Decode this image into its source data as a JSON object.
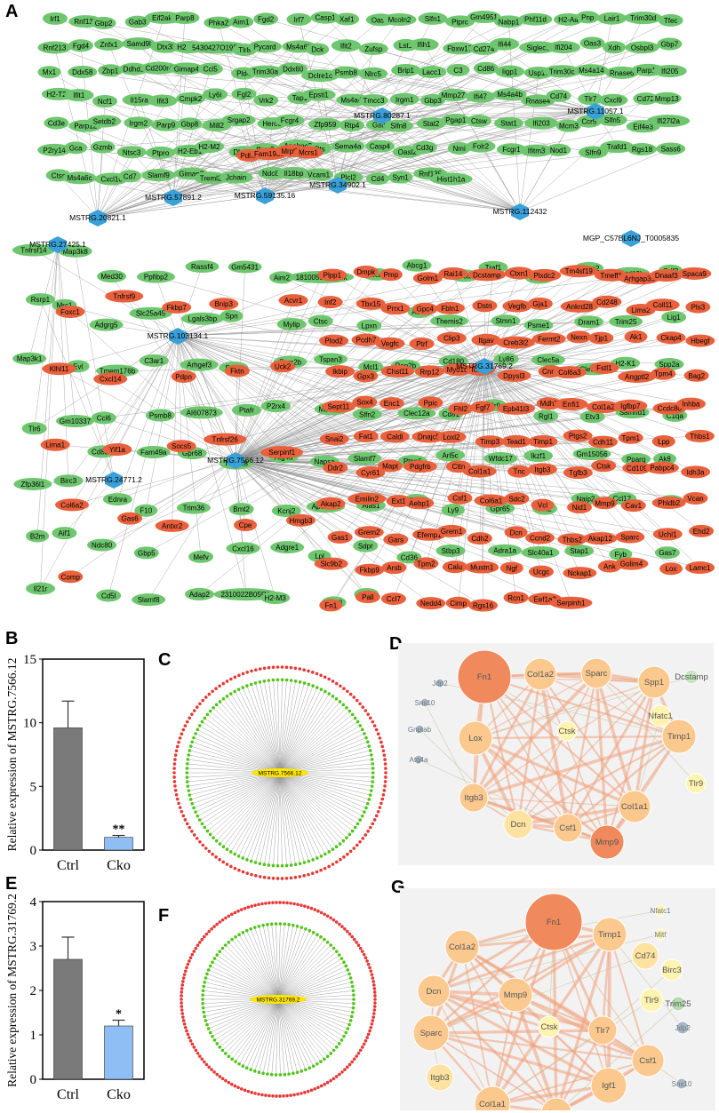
{
  "panels": {
    "A": "A",
    "B": "B",
    "C": "C",
    "D": "D",
    "E": "E",
    "F": "F",
    "G": "G"
  },
  "colors": {
    "mrna_node": "#6ec66e",
    "down_node": "#e8603c",
    "lnc_hub": "#3aa0d8",
    "edge": "#8a8a8a",
    "bar_ctrl": "#7a7a7a",
    "bar_cko": "#8fbef5",
    "ring_red": "#e53935",
    "ring_green": "#52c41a",
    "center_yellow": "#ffe600"
  },
  "network_A": {
    "hubs": [
      "MSTRG.80287.1",
      "MSTRG.11057.1",
      "MSTRG.34902.1",
      "MSTRG.112432",
      "MSTRG.20821.1",
      "MSTRG.57891.2",
      "MSTRG.59135.16",
      "MSTRG.27425.1",
      "MGP_C57BL6NJ_T0005835",
      "MSTRG.103134.1",
      "MSTRG.31769.2",
      "MSTRG.7566.12",
      "MSTRG.24771.2"
    ],
    "upper_green": [
      "Irf1",
      "Rnf139",
      "Gbp2",
      "Gab3",
      "Eif2ak2",
      "Parp8",
      "Phka2",
      "Aim1",
      "Fgd2",
      "Irf7",
      "Casp1",
      "Xaf1",
      "Oasl1",
      "Mcoln2",
      "Slfn1",
      "Ptprc",
      "Gm4951",
      "Nabp1",
      "Phf11d",
      "H2-Aa",
      "Pnp",
      "Lair1",
      "Trim30d",
      "Tfec",
      "Rnf213",
      "Fgd4",
      "Znfx1",
      "Samd9l",
      "Dtx3l",
      "H2-Ab1",
      "5430427O19Rik",
      "Tlr8",
      "Pycard",
      "Ms4a6b",
      "Dck",
      "Ifit2",
      "Zufsp",
      "Lst1",
      "Ifih1",
      "Fbxw17",
      "Cd274",
      "Ifi44",
      "Siglec1",
      "Ifi204",
      "Oas3",
      "Xdh",
      "Osbpl3",
      "Gbp7",
      "Mx1",
      "Ddx58",
      "Zbp1",
      "Ddhd1",
      "Cd200r4",
      "Gimap4",
      "Ccl5",
      "Pld4",
      "Trim30a",
      "Ddx60",
      "Dclre1c",
      "Psmb8",
      "Nlrc5",
      "Brip1",
      "Lacc1",
      "C3",
      "Cd86",
      "Iigp1",
      "Usp18",
      "Trim30c",
      "Ms4a14",
      "Rnase6",
      "Parp14",
      "Ifi205",
      "H2-T24",
      "Ifit1",
      "Ncf1",
      "Il15ra",
      "Ifit3",
      "Cmpk2",
      "Ly6i",
      "Fgl2",
      "Vrk2",
      "Tap1",
      "Epsti1",
      "Ms4a4c",
      "Tmcc3",
      "Irgm1",
      "Gbp3",
      "Mmp27",
      "Ifi47",
      "Ms4a4b",
      "Rnase4",
      "Cd74",
      "Tlr7",
      "Cxcl9",
      "Cd72",
      "Mmp13",
      "Cd3e",
      "Parp12",
      "Setdb2",
      "Irgm2",
      "Parp9",
      "Gbp8",
      "Mill2",
      "Srgap2",
      "Herc6",
      "Fcgr4",
      "Zfp959",
      "Rtp4",
      "Gstt1",
      "Slfn8",
      "Stat2",
      "Pgap1",
      "Ctsw",
      "Stat1",
      "Ifi203",
      "Mcm3",
      "Ccr5",
      "Slfn5",
      "Eif4e3",
      "Ifi27l2a",
      "P2ry14",
      "Gca",
      "Gzmb",
      "Ntsc3",
      "Ptpro",
      "H2-Eb1",
      "H2-M2",
      "Dhx58",
      "Ifnar2",
      "Apobec3",
      "Pts",
      "Sema4a",
      "Casp4",
      "Oasl2",
      "Cd3g",
      "Nmi",
      "Folr2",
      "Fcgr1",
      "Ifitm3",
      "Nod1",
      "Slfn9",
      "Trafd1",
      "Rgs18",
      "Sass6",
      "Ctss",
      "Ms4a6c",
      "Cxcl10",
      "Cd7",
      "Slamf9",
      "Gimap3",
      "Treml2",
      "Jchain",
      "Ndc80",
      "Il18bp",
      "Vcam1",
      "Plcl2",
      "Cd4",
      "Syn1",
      "Rnf135",
      "Hist1h1a"
    ],
    "upper_red": [
      "Pdhb",
      "Fam195b",
      "Mrpl52",
      "Mcrs1"
    ],
    "lower_green": [
      "Tnfrsf14",
      "Map3k8",
      "Rsrp1",
      "Mrc1",
      "Map3k1",
      "Evl",
      "Tlr6",
      "Gm10337",
      "Zfp36l1",
      "Birc3",
      "B2m",
      "Aif1",
      "Il21r",
      "Med30",
      "Ppfibp2",
      "Rassf4",
      "Gm5431",
      "Aim2",
      "1810055G02Rik",
      "Abca1",
      "Abcg1",
      "Abca9",
      "Traf1",
      "Pot1b",
      "Dpep2",
      "Kctd12b",
      "Gdf3",
      "Adgrg5",
      "Slc25a45",
      "Lgals3bp",
      "Spn",
      "Mylip",
      "Ctsc",
      "Lpxn",
      "Aoah",
      "Themis2",
      "Stmn1",
      "Psme1",
      "Dram1",
      "Trim25",
      "Lig1",
      "Tmem176b",
      "C3ar1",
      "Arhgef3",
      "Ddit3",
      "Fcgr2b",
      "Tspan3",
      "Mcl1",
      "Rap2b",
      "Cd180",
      "Ly86",
      "Clec5a",
      "Clec4a1",
      "H2-K1",
      "Spp2a",
      "Ccl6",
      "Psmb8",
      "AI607873",
      "Ptafr",
      "P2rx4",
      "Ms4a6d",
      "Slfn2",
      "Clec12a",
      "Cd81",
      "Tlr9",
      "Rgl1",
      "Etv3",
      "Samhd1",
      "C1qa",
      "Cd8b1",
      "Fam49a",
      "Gpr68",
      "Tbc1d8",
      "Atg4a",
      "Napsa",
      "Slamf7",
      "Ptpn6",
      "Arl5c",
      "Wfdc17",
      "Ikzf1",
      "Gm15056",
      "Pparg",
      "Ak8",
      "Ednra",
      "F10",
      "Trim36",
      "Bmt2",
      "Kcnj2",
      "Apobec1",
      "Alas1",
      "Blnk",
      "Ly9",
      "Gpr65",
      "Plk2",
      "Naip2",
      "Ccl12",
      "Irf8",
      "Ndc80",
      "Gbp5",
      "Mefv",
      "Cxcl16",
      "Adgre1",
      "Lpl",
      "Sdpr",
      "Cd36",
      "Stbp3",
      "Adra1a",
      "Slc40a1",
      "Stap1",
      "Fyb",
      "Gas7",
      "Cd5l",
      "Slamf8",
      "Adap2",
      "2310022B05Rik",
      "H2-M3",
      "Cd38",
      "Irf8"
    ],
    "lower_red": [
      "Foxc1",
      "Tnfrsf9",
      "Fkbp7",
      "Bnip3",
      "Acvr1",
      "Klhl11",
      "Cxcl14",
      "Pdpn",
      "Fktn",
      "Uck2",
      "Lima1",
      "Yif1a",
      "Socs5",
      "Tnfrsf26",
      "Serpinf1",
      "Col6a2",
      "Gas6",
      "Antxr2",
      "Cpe",
      "Hmgb3",
      "Comp",
      "Plpp1",
      "Dmpk",
      "Pmp",
      "Golm1",
      "Rai14",
      "Dcstamp",
      "Ctxn1",
      "Plxdc2",
      "Tm4sf19",
      "Tmeff1",
      "Arhgap35",
      "Dnaaf3",
      "Spaca9",
      "Inf2",
      "Tbx15",
      "Prrx1",
      "Gpc4",
      "Fbln1",
      "Dstn",
      "Vegfb",
      "Gja1",
      "Ankrd28",
      "Cd248",
      "Lims2",
      "Coll11",
      "Pls3",
      "Plod2",
      "Pcdh7",
      "Vegfc",
      "Ptrf",
      "Clip3",
      "Itgav",
      "Creb3l2",
      "Fermt2",
      "Nexn",
      "Tjp1",
      "Ak1",
      "Ckap4",
      "Hbegf",
      "Ikbip",
      "Gpx3",
      "Chst11",
      "Rrp12",
      "Myo1d",
      "Tcam2",
      "Dpysl3",
      "Cnn3",
      "Col6a3",
      "Fstl1",
      "Angptl2",
      "Tpm4",
      "Bag2",
      "Sept11",
      "Sox4",
      "Enc1",
      "Ppic",
      "Fhl2",
      "Fgf7",
      "Epb41l3",
      "Mdh2",
      "Errfi1",
      "Col1a2",
      "Igfbp7",
      "Ccdc80",
      "Inhba",
      "Snai2",
      "Fat1",
      "Caldl",
      "Dnajc5",
      "Loxl2",
      "Timp3",
      "Tead1",
      "Timp1",
      "Ptgs2",
      "Cdh11",
      "Tpm1",
      "Lpp",
      "Thbs1",
      "Ddr2",
      "Cyr61",
      "Mapt",
      "Pdgfrb",
      "Cttn",
      "Col1a1",
      "Tnc",
      "Itgb3",
      "Tgfb3",
      "Ctsk",
      "Cd109",
      "Pabpc4",
      "Idh3a",
      "Akap2",
      "Emilin2",
      "Ext1",
      "Aebp1",
      "Csf1",
      "Col6a1",
      "Sdc2",
      "Vcl",
      "Nid1",
      "Mmp9",
      "Cav1",
      "Phldb2",
      "Vcan",
      "Gas1",
      "Grem2",
      "Gars",
      "Efemp1",
      "Grem1",
      "Cdh2",
      "Dcn",
      "Ccnd2",
      "Thbs2",
      "Akap12",
      "Sparc",
      "Uchl1",
      "Ehd2",
      "Slc9b2",
      "Fkbp9",
      "Arsb",
      "Tpm2",
      "Calu",
      "Mustn1",
      "Ngf",
      "Ucgc",
      "Nckap1",
      "Ank",
      "Golim4",
      "Lox",
      "Lamc1",
      "Fn1",
      "Pall",
      "Ccl7",
      "Nedd4",
      "Cimp",
      "Rgs16",
      "Rcn1",
      "Eef1a2",
      "Serpinh1"
    ]
  },
  "bar_B": {
    "ylabel": "Relative expression of MSTRG.7566.12",
    "yticks": [
      "0",
      "5",
      "10",
      "15"
    ],
    "categories": [
      "Ctrl",
      "Cko"
    ],
    "values": [
      9.6,
      1.0
    ],
    "errors": [
      2.1,
      0.15
    ],
    "ylim": [
      0,
      15
    ],
    "significance": "**"
  },
  "bar_E": {
    "ylabel": "Relative expression of MSTRG.31769.2",
    "yticks": [
      "0",
      "1",
      "2",
      "3",
      "4"
    ],
    "categories": [
      "Ctrl",
      "Cko"
    ],
    "values": [
      2.7,
      1.2
    ],
    "errors": [
      0.5,
      0.13
    ],
    "ylim": [
      0,
      4
    ],
    "significance": "*"
  },
  "circle_C": {
    "center_label": "MSTRG.7566.12"
  },
  "circle_F": {
    "center_label": "MSTRG.31769.2"
  },
  "ppi_D": {
    "nodes": [
      "Fn1",
      "Col1a2",
      "Sparc",
      "Spp1",
      "Dcstamp",
      "Jdp2",
      "Snx10",
      "Gnptab",
      "Atg4a",
      "Nfatc1",
      "Lox",
      "Ctsk",
      "Timp1",
      "Tlr9",
      "Itgb3",
      "Dcn",
      "Csf1",
      "Col1a1",
      "Mmp9"
    ]
  },
  "ppi_G": {
    "nodes": [
      "Fn1",
      "Timp1",
      "Nfatc1",
      "Mitf",
      "Col1a2",
      "Cd74",
      "Birc3",
      "Dcn",
      "Mmp9",
      "Tlr9",
      "Trim25",
      "Ctsk",
      "Jdp2",
      "Sparc",
      "Tlr7",
      "Csf1",
      "Itgb3",
      "Igf1",
      "Snx10",
      "Col1a1",
      "Lox"
    ]
  }
}
